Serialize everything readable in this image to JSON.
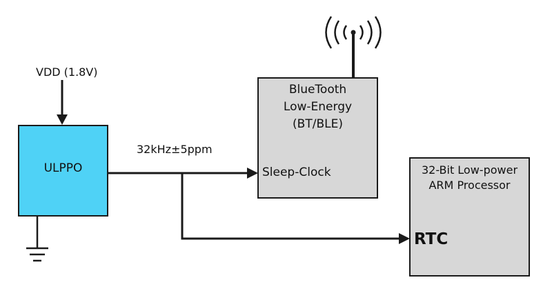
{
  "supply": {
    "label": "VDD (1.8V)"
  },
  "oscillator": {
    "label": "ULPPO",
    "fill": "#4fd2f6"
  },
  "signal": {
    "label": "32kHz±5ppm"
  },
  "ble_block": {
    "title_lines": [
      "BlueTooth",
      "Low-Energy",
      "(BT/BLE)"
    ],
    "input_label": "Sleep-Clock",
    "fill": "#d7d7d7"
  },
  "processor_block": {
    "title_lines": [
      "32-Bit Low-power",
      "ARM Processor"
    ],
    "input_label": "RTC",
    "fill": "#d7d7d7"
  },
  "icons": [
    "antenna-icon",
    "ground-icon"
  ]
}
